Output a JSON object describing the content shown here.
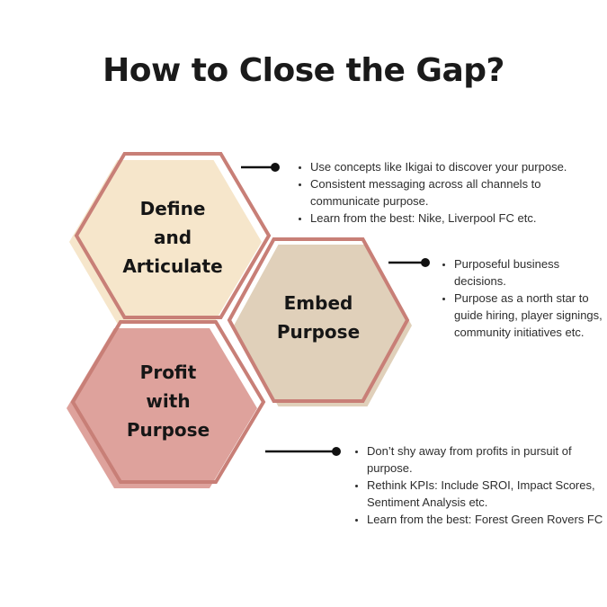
{
  "title": "How to Close the Gap?",
  "colors": {
    "hex_outline": "#c87f77",
    "connector": "#111111",
    "heading_text": "#1a1a1a",
    "body_text": "#2d2d2d"
  },
  "hexagons": [
    {
      "label": "Define\nand\nArticulate",
      "fill": "#f6e6cb"
    },
    {
      "label": "Embed\nPurpose",
      "fill": "#e0d0ba"
    },
    {
      "label": "Profit\nwith\nPurpose",
      "fill": "#dea29c"
    }
  ],
  "lists": [
    {
      "items": [
        "Use concepts like Ikigai to discover your purpose.",
        "Consistent messaging across all channels to communicate purpose.",
        "Learn from the best: Nike, Liverpool FC etc."
      ]
    },
    {
      "items": [
        "Purposeful business decisions.",
        "Purpose as a north star to guide hiring, player signings, community initiatives etc."
      ]
    },
    {
      "items": [
        "Don’t shy away from profits in pursuit of purpose.",
        "Rethink KPIs: Include SROI, Impact Scores, Sentiment Analysis etc.",
        "Learn from the best: Forest Green Rovers FC"
      ]
    }
  ]
}
